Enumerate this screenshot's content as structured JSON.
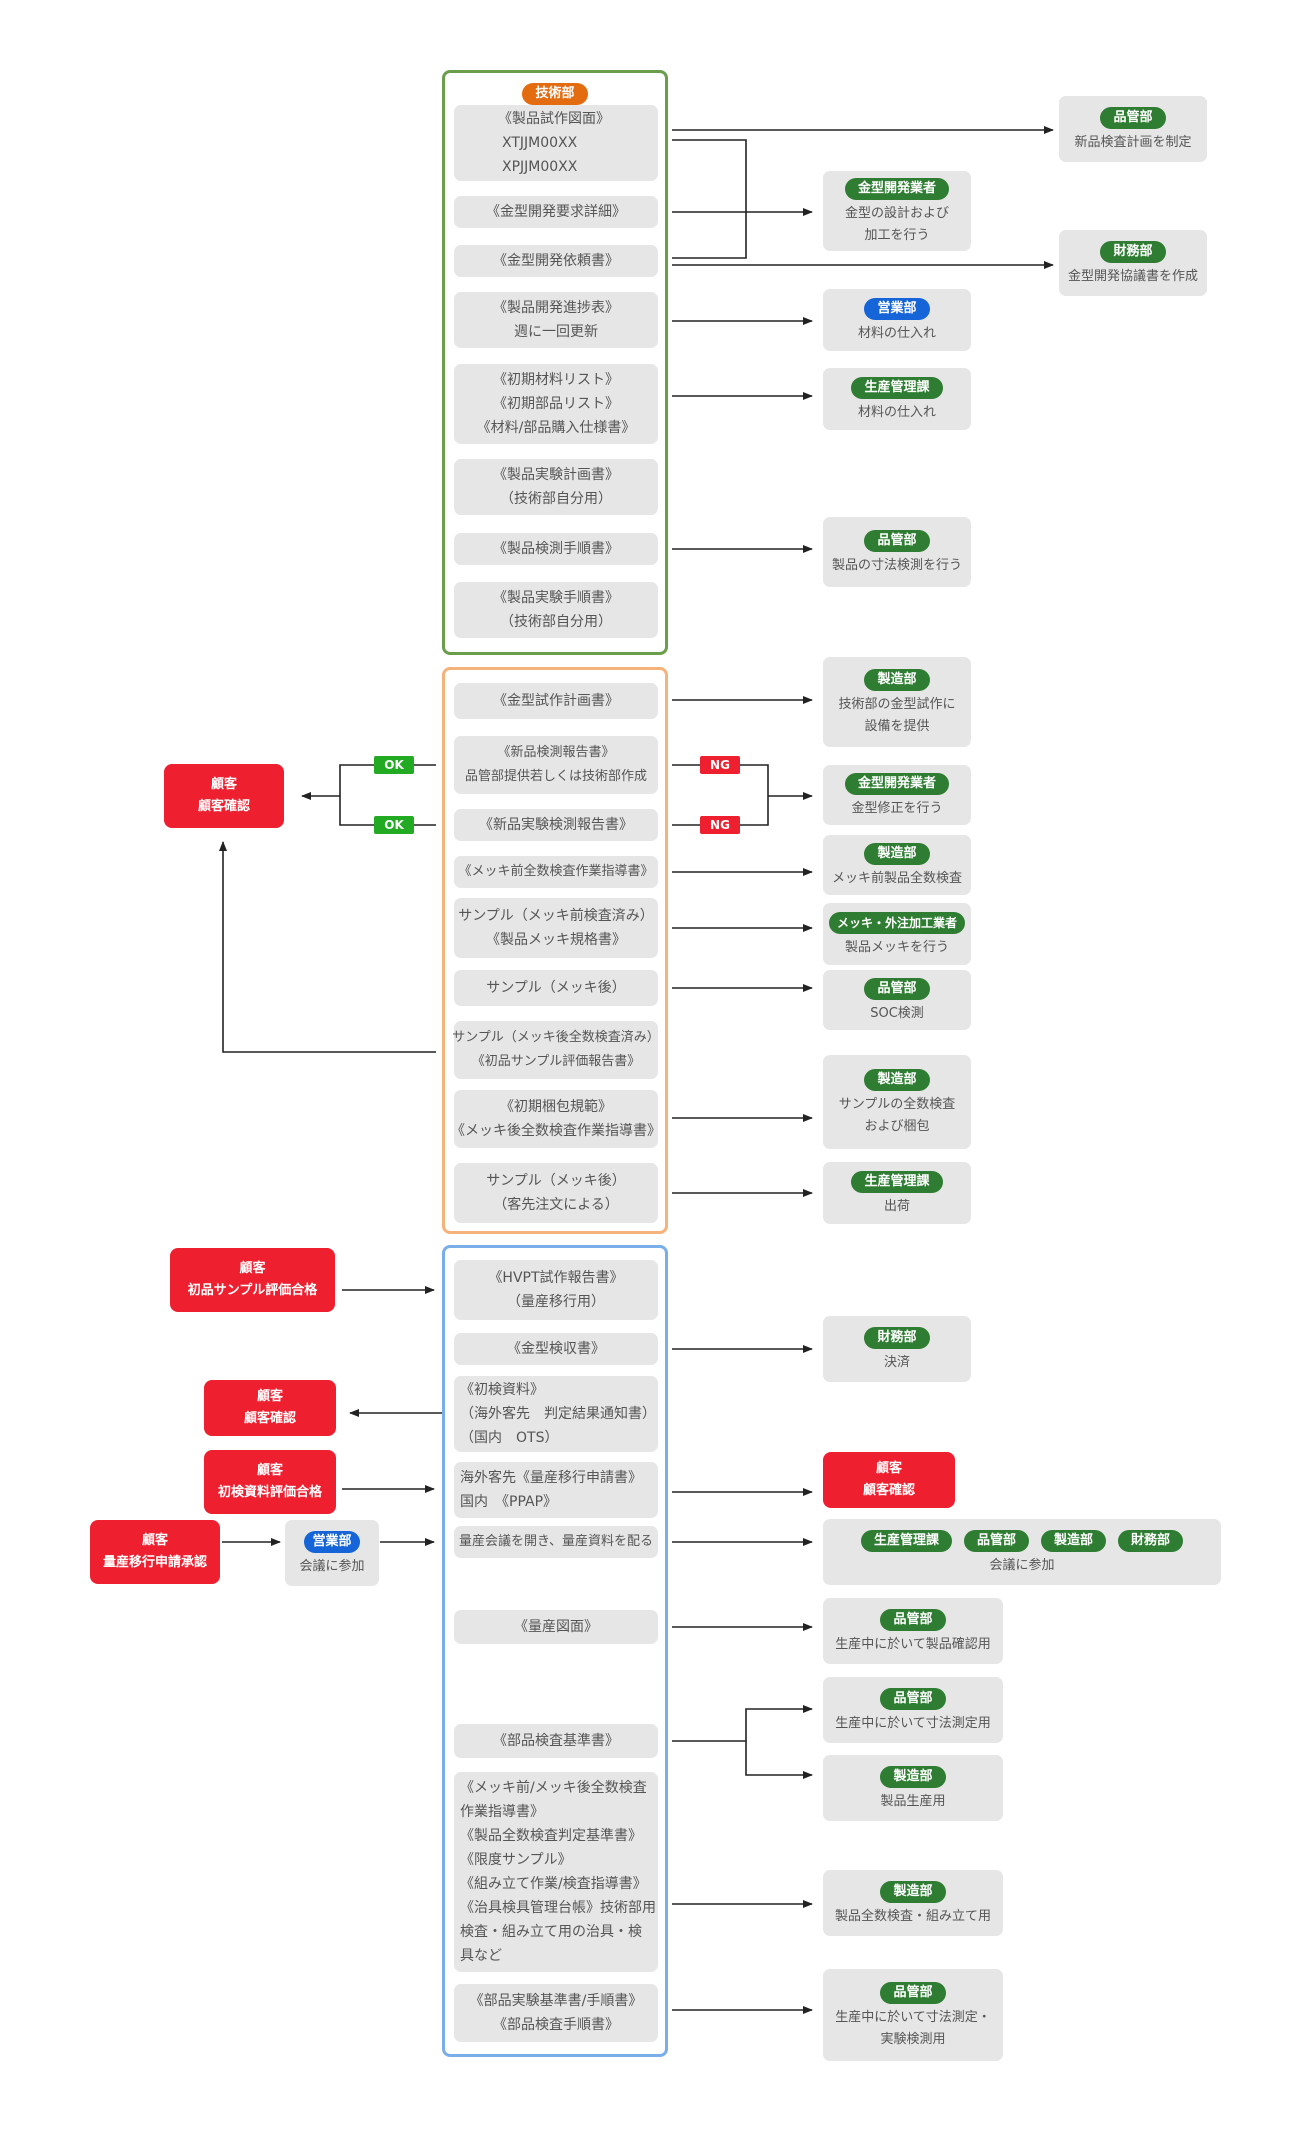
{
  "groups": {
    "tech": {
      "label": "技術部"
    },
    "docs1": [
      [
        "《製品試作図面》",
        "XTJJM00XX",
        "XPJJM00XX"
      ],
      [
        "《金型開発要求詳細》"
      ],
      [
        "《金型開発依頼書》"
      ],
      [
        "《製品開発進捗表》",
        "週に一回更新"
      ],
      [
        "《初期材料リスト》",
        "《初期部品リスト》",
        "《材料/部品購入仕様書》"
      ],
      [
        "《製品実験計画書》",
        "（技術部自分用）"
      ],
      [
        "《製品検測手順書》"
      ],
      [
        "《製品実験手順書》",
        "（技術部自分用）"
      ]
    ],
    "docs2": [
      [
        "《金型試作計画書》"
      ],
      [
        "《新品検測報告書》",
        "品管部提供若しくは技術部作成"
      ],
      [
        "《新品実験検測報告書》"
      ],
      [
        "《メッキ前全数検査作業指導書》"
      ],
      [
        "サンプル（メッキ前検査済み）",
        "《製品メッキ規格書》"
      ],
      [
        "サンプル（メッキ後）"
      ],
      [
        "サンプル（メッキ後全数検査済み）",
        "《初品サンプル評価報告書》"
      ],
      [
        "《初期梱包規範》",
        "《メッキ後全数検査作業指導書》"
      ],
      [
        "サンプル（メッキ後）",
        "（客先注文による）"
      ]
    ],
    "docs3": [
      [
        "《HVPT試作報告書》",
        "（量産移行用）"
      ],
      [
        "《金型検収書》"
      ],
      [
        "《初検資料》",
        "（海外客先　判定結果通知書）",
        "（国内　OTS）"
      ],
      [
        "海外客先《量産移行申請書》",
        "国内　《PPAP》"
      ],
      [
        "量産会議を開き、量産資料を配る"
      ],
      [
        "《量産図面》"
      ],
      [
        "《部品検査基準書》"
      ],
      [
        "《メッキ前/メッキ後全数検査",
        "作業指導書》",
        "《製品全数検査判定基準書》",
        "《限度サンプル》",
        "《組み立て作業/検査指導書》",
        "《治具検具管理台帳》技術部用",
        "検査・組み立て用の治具・検",
        "具など"
      ],
      [
        "《部品実験基準書/手順書》",
        "《部品検査手順書》"
      ]
    ]
  },
  "destinations": [
    {
      "dept": "品管部",
      "lines": [
        "新品検査計画を制定"
      ]
    },
    {
      "dept": "金型開発業者",
      "lines": [
        "金型の設計および",
        "加工を行う"
      ]
    },
    {
      "dept": "財務部",
      "lines": [
        "金型開発協議書を作成"
      ]
    },
    {
      "dept": "営業部",
      "lines": [
        "材料の仕入れ"
      ]
    },
    {
      "dept": "生産管理課",
      "lines": [
        "材料の仕入れ"
      ]
    },
    {
      "dept": "品管部",
      "lines": [
        "製品の寸法検測を行う"
      ]
    },
    {
      "dept": "製造部",
      "lines": [
        "技術部の金型試作に",
        "設備を提供"
      ]
    },
    {
      "dept": "金型開発業者",
      "lines": [
        "金型修正を行う"
      ]
    },
    {
      "dept": "製造部",
      "lines": [
        "メッキ前製品全数検査"
      ]
    },
    {
      "dept": "メッキ・外注加工業者",
      "lines": [
        "製品メッキを行う"
      ]
    },
    {
      "dept": "品管部",
      "lines": [
        "SOC検測"
      ]
    },
    {
      "dept": "製造部",
      "lines": [
        "サンプルの全数検査",
        "および梱包"
      ]
    },
    {
      "dept": "生産管理課",
      "lines": [
        "出荷"
      ]
    },
    {
      "dept": "財務部",
      "lines": [
        "決済"
      ]
    },
    {
      "dept": "品管部",
      "lines": [
        "生産中に於いて製品確認用"
      ]
    },
    {
      "dept": "品管部",
      "lines": [
        "生産中に於いて寸法測定用"
      ]
    },
    {
      "dept": "製造部",
      "lines": [
        "製品生産用"
      ]
    },
    {
      "dept": "製造部",
      "lines": [
        "製品全数検査・組み立て用"
      ]
    },
    {
      "dept": "品管部",
      "lines": [
        "生産中に於いて寸法測定・",
        "実験検測用"
      ]
    }
  ],
  "meeting": {
    "depts": [
      "生産管理課",
      "品管部",
      "製造部",
      "財務部"
    ],
    "label": "会議に参加"
  },
  "sales_meeting": {
    "dept": "営業部",
    "label": "会議に参加"
  },
  "customers": [
    [
      "顧客",
      "顧客確認"
    ],
    [
      "顧客",
      "初品サンプル評価合格"
    ],
    [
      "顧客",
      "顧客確認"
    ],
    [
      "顧客",
      "初検資料評価合格"
    ],
    [
      "顧客",
      "量産移行申請承認"
    ],
    [
      "顧客",
      "顧客確認"
    ]
  ],
  "tags": {
    "ok": "OK",
    "ng": "NG"
  },
  "colors": {
    "green": "#2e7d32",
    "blue": "#1565d8",
    "orange": "#e36b10",
    "red": "#ee2030",
    "group1": "#6a9e4a",
    "group2": "#f5b27a",
    "group3": "#7aaee8"
  }
}
